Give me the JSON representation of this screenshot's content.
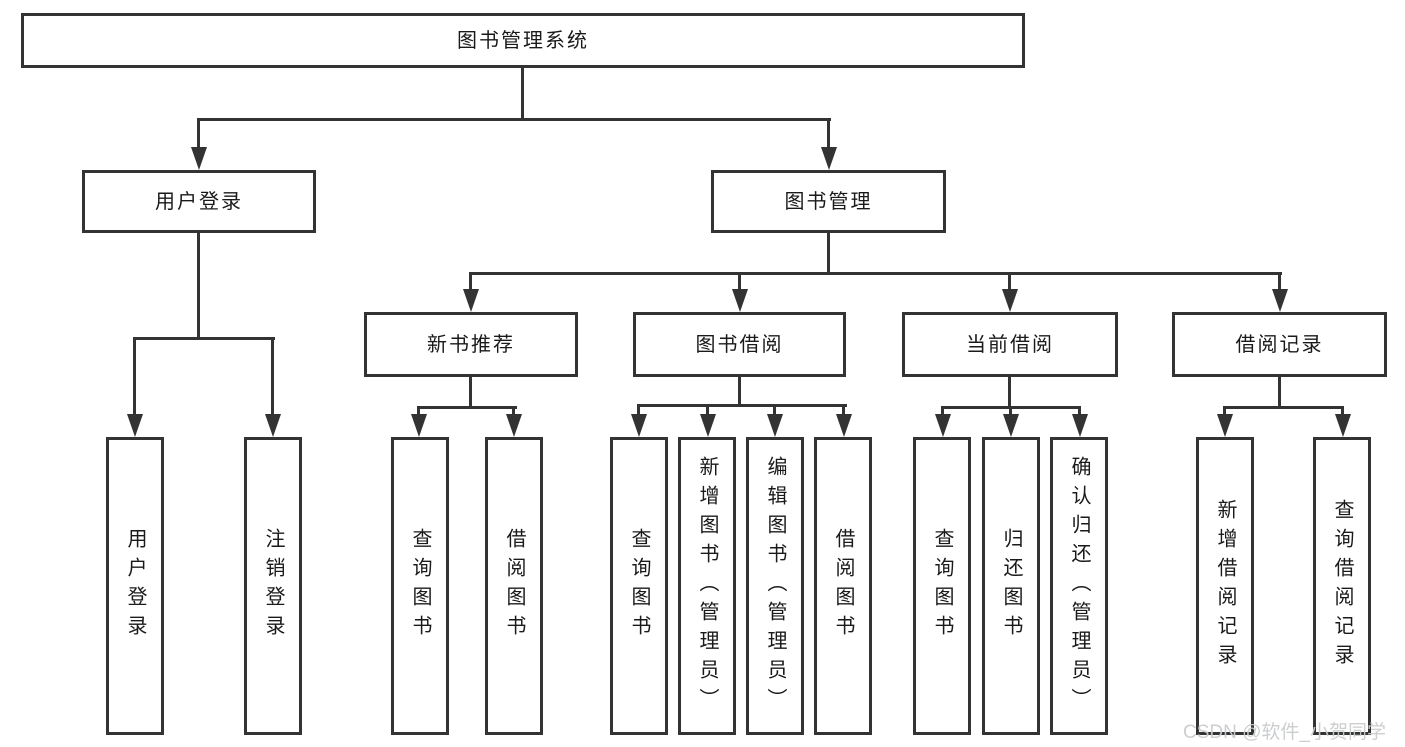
{
  "diagram": {
    "root": {
      "label": "图书管理系统"
    },
    "branches": {
      "user_login": {
        "label": "用户登录",
        "children": {
          "login": "用户登录",
          "logout": "注销登录"
        }
      },
      "book_management": {
        "label": "图书管理"
      }
    },
    "modules": {
      "new_book_recommend": {
        "label": "新书推荐",
        "children": {
          "query_books": "查询图书",
          "borrow_books": "借阅图书"
        }
      },
      "book_borrow": {
        "label": "图书借阅",
        "children": {
          "query_books": "查询图书",
          "add_books": "新增图书（管理员）",
          "edit_books": "编辑图书（管理员）",
          "borrow_books": "借阅图书"
        }
      },
      "current_borrow": {
        "label": "当前借阅",
        "children": {
          "query_books": "查询图书",
          "return_books": "归还图书",
          "confirm_return": "确认归还（管理员）"
        }
      },
      "borrow_records": {
        "label": "借阅记录",
        "children": {
          "add_record": "新增借阅记录",
          "query_record": "查询借阅记录"
        }
      }
    }
  },
  "watermark": {
    "text": "CSDN @软件_小贺同学"
  },
  "colors": {
    "line": "#333333",
    "text": "#1a1a1a",
    "background": "#ffffff",
    "watermark": "#c9cbce"
  }
}
